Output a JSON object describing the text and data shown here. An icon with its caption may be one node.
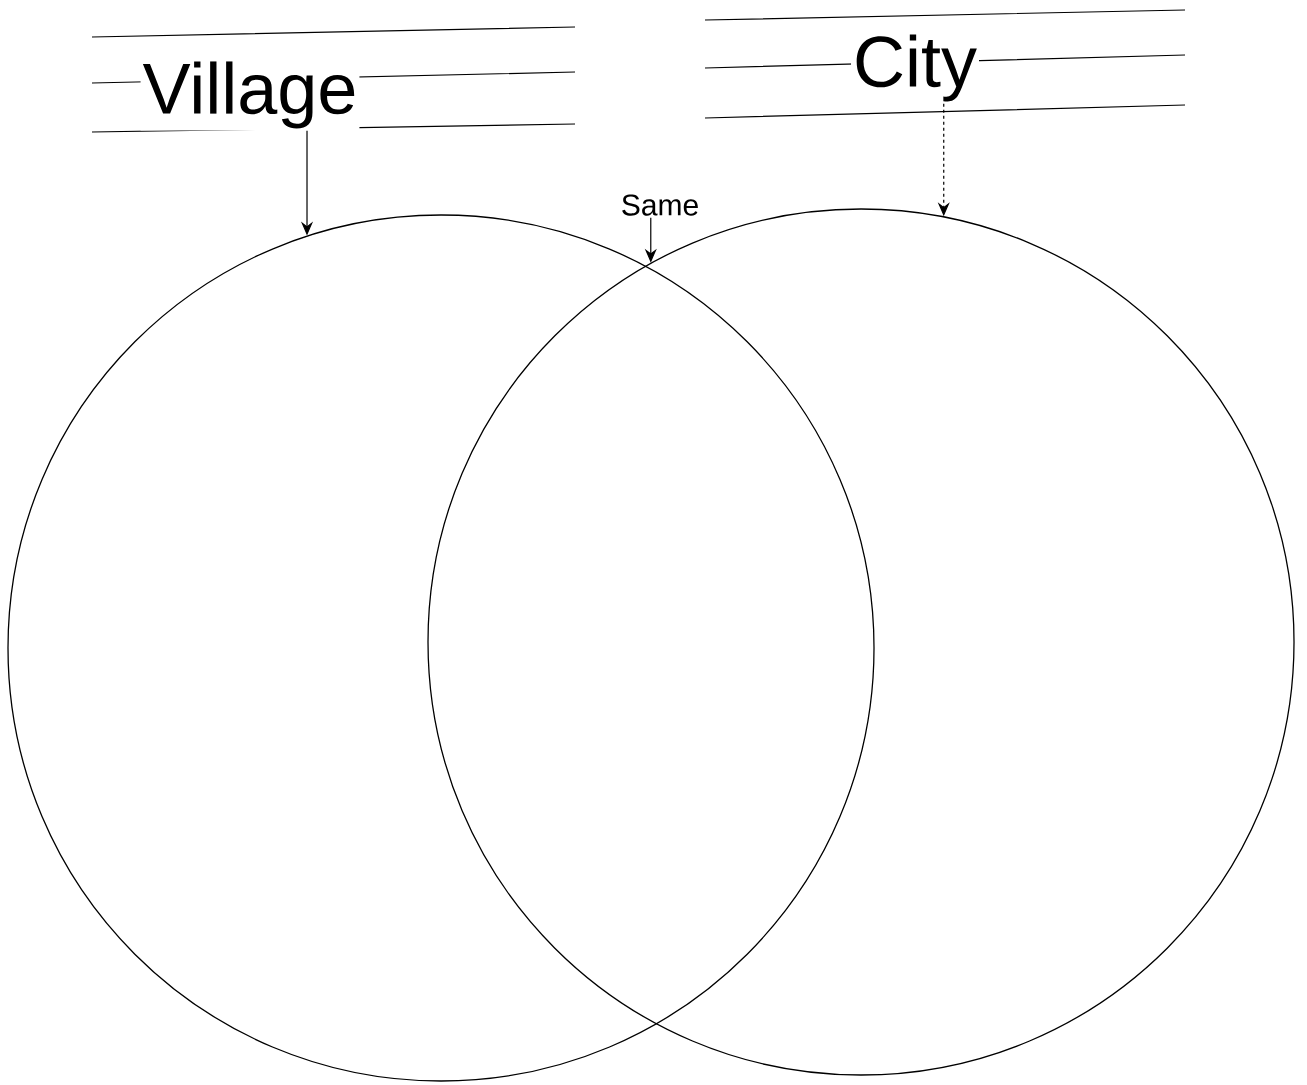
{
  "diagram": {
    "nodes": [
      {
        "text": [
          "Village"
        ]
      },
      {
        "text": [
          "City"
        ]
      },
      {
        "text": [
          "Same"
        ]
      },
      {
        "text": [],
        "shape": "circle"
      },
      {
        "text": [],
        "shape": "circle"
      }
    ],
    "edges": [
      {
        "from": 0,
        "to": 3,
        "arrow": "to"
      },
      {
        "from": 1,
        "to": 4,
        "arrow": "to",
        "style": "dashed"
      },
      {
        "from": 2,
        "to": 4,
        "arrow": "to"
      }
    ]
  }
}
